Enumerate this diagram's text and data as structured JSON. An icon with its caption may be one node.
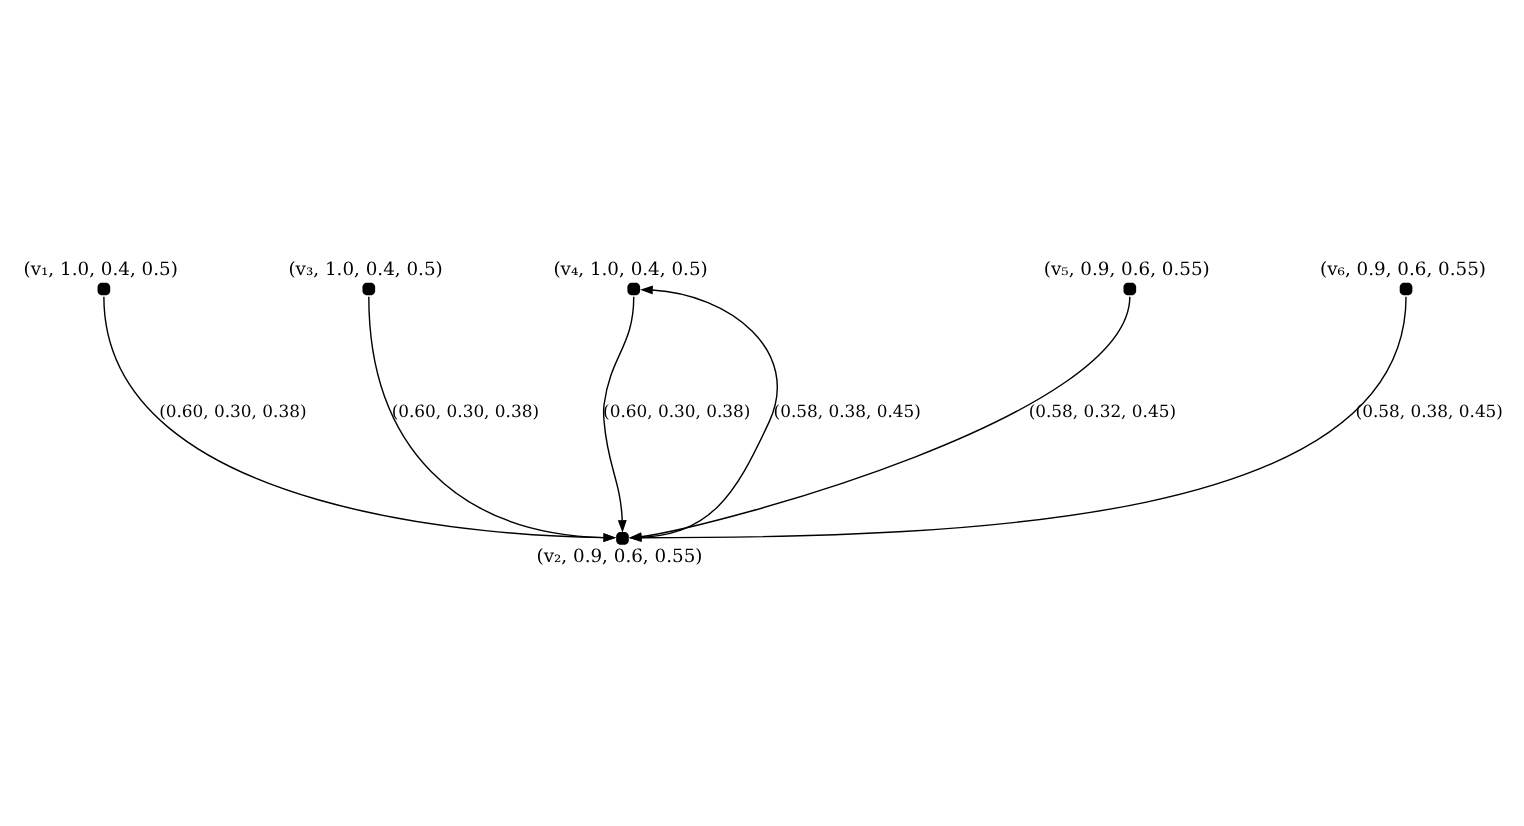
{
  "diagram": {
    "nodes": [
      {
        "text": [],
        "shape": "circle",
        "beside": [
          "(v₄, 1.0, 0.4, 0.5)"
        ]
      },
      {
        "text": [],
        "shape": "circle",
        "beside": [
          "(v₃, 1.0, 0.4, 0.5)"
        ]
      },
      {
        "text": [],
        "shape": "circle",
        "beside": [
          "(v₅, 0.9, 0.6, 0.55)"
        ]
      },
      {
        "text": [],
        "shape": "circle",
        "beside": [
          "(v₁, 1.0, 0.4, 0.5)"
        ]
      },
      {
        "text": [],
        "shape": "circle",
        "beside": [
          "(v₆, 0.9, 0.6, 0.55)"
        ]
      },
      {
        "text": [],
        "shape": "circle",
        "beside": [
          "(v₂, 0.9, 0.6, 0.55)"
        ]
      }
    ],
    "edges": [
      {
        "from": 3,
        "to": 5,
        "arrow": "to",
        "label": "(0.60, 0.30, 0.38)"
      },
      {
        "from": 1,
        "to": 5,
        "arrow": "to",
        "label": "(0.60, 0.30, 0.38)"
      },
      {
        "from": 0,
        "to": 5,
        "arrow": "to",
        "label": "(0.60, 0.30, 0.38)"
      },
      {
        "from": 5,
        "to": 0,
        "arrow": "to",
        "label": "(0.58, 0.38, 0.45)"
      },
      {
        "from": 2,
        "to": 5,
        "arrow": "to",
        "label": "(0.58, 0.32, 0.45)"
      },
      {
        "from": 4,
        "to": 5,
        "arrow": "to",
        "label": "(0.58, 0.38, 0.45)"
      }
    ]
  }
}
